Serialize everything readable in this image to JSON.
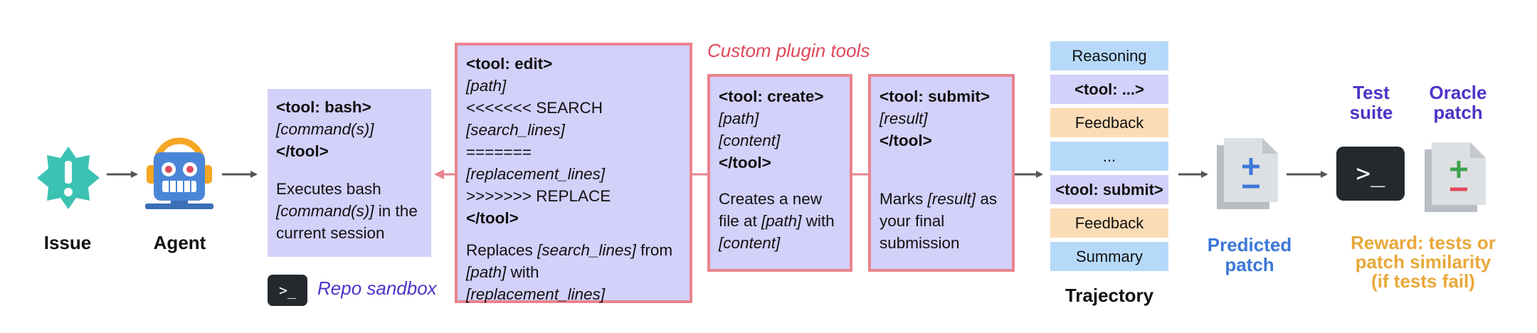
{
  "issue": {
    "label": "Issue"
  },
  "agent": {
    "label": "Agent"
  },
  "bash_tool": {
    "open": "<tool: bash>",
    "arg": "[command(s)]",
    "close": "</tool>",
    "desc_1": "Executes bash",
    "desc_arg": "[command(s)]",
    "desc_2": "in the",
    "desc_3": "current session"
  },
  "sandbox": {
    "label": "Repo sandbox"
  },
  "plugin": {
    "label": "Custom plugin tools"
  },
  "edit_tool": {
    "open": "<tool: edit>",
    "path": "[path]",
    "search": "<<<<<<< SEARCH",
    "search_lines": "[search_lines]",
    "divider": "=======",
    "replacement_lines": "[replacement_lines]",
    "replace": ">>>>>>> REPLACE",
    "close": "</tool>",
    "desc_1": "Replaces",
    "desc_arg1": "[search_lines]",
    "desc_2": "from",
    "desc_arg2": "[path]",
    "desc_3": "with",
    "desc_arg3": "[replacement_lines]"
  },
  "create_tool": {
    "open": "<tool: create>",
    "path": "[path]",
    "content": "[content]",
    "close": "</tool>",
    "desc_1": "Creates a new",
    "desc_2": "file at",
    "desc_arg1": "[path]",
    "desc_3": "with",
    "desc_arg2": "[content]"
  },
  "submit_tool": {
    "open": "<tool: submit>",
    "result": "[result]",
    "close": "</tool>",
    "desc_1": "Marks",
    "desc_arg": "[result]",
    "desc_2": "as",
    "desc_3": "your final",
    "desc_4": "submission"
  },
  "trajectory": {
    "label": "Trajectory",
    "rows": [
      {
        "text": "Reasoning",
        "kind": "blue"
      },
      {
        "text": "<tool: ...>",
        "kind": "purple"
      },
      {
        "text": "Feedback",
        "kind": "orange"
      },
      {
        "text": "...",
        "kind": "blue"
      },
      {
        "text": "<tool: submit>",
        "kind": "purple"
      },
      {
        "text": "Feedback",
        "kind": "orange"
      },
      {
        "text": "Summary",
        "kind": "blue"
      }
    ]
  },
  "predicted_patch": {
    "line1": "Predicted",
    "line2": "patch"
  },
  "test_suite": {
    "line1": "Test",
    "line2": "suite"
  },
  "oracle_patch": {
    "line1": "Oracle",
    "line2": "patch"
  },
  "reward": {
    "line1": "Reward: tests or",
    "line2": "patch similarity",
    "line3": "(if tests fail)"
  },
  "colors": {
    "box_fill": "#d3d0fa",
    "plugin_border": "#e9848f",
    "plugin_text": "#e0485a",
    "sandbox_text": "#4f32c8",
    "predicted_text": "#3d77d8",
    "reward_text": "#e9a83a",
    "arrow": "#555555"
  }
}
